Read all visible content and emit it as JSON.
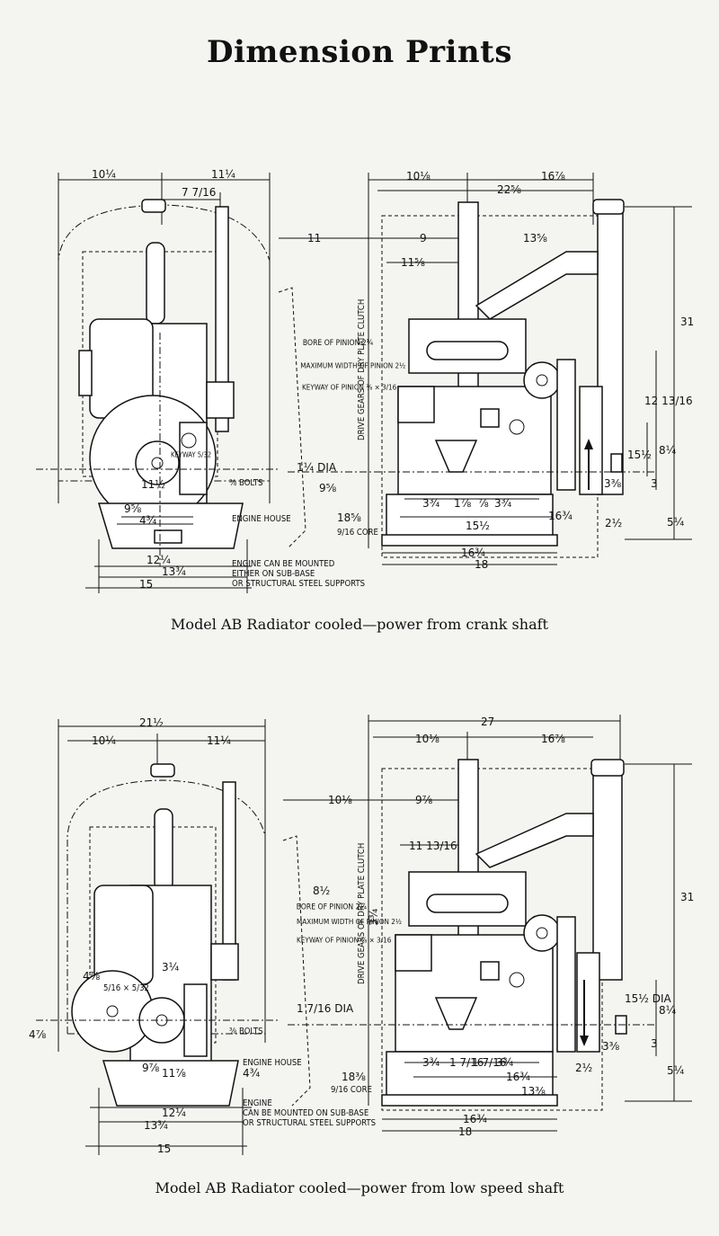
{
  "page_title": "Dimension Prints",
  "figures": [
    {
      "caption": "Model AB Radiator cooled—power from crank shaft",
      "dims": {
        "d_10_1_4": "10¼",
        "d_11_1_4": "11¼",
        "d_7_7_16": "7 7/16",
        "d_10_1_8": "10⅛",
        "d_22_5_8": "22⅝",
        "d_16_7_8": "16⅞",
        "d_11": "11",
        "d_9": "9",
        "d_13_5_8": "13⅝",
        "d_11_5_8": "11⅝",
        "d_31": "31",
        "d_12_13_16": "12 13/16",
        "d_15_1_2_side": "15½",
        "d_8_1_4": "8¼",
        "d_3_3_8": "3⅜",
        "d_3": "3",
        "d_5_1_4": "5¼",
        "d_2_1_2": "2½",
        "d_11_2": "11½",
        "d_9_5_8a": "9⅝",
        "d_4_3_4": "4¾",
        "d_12_1_4": "12¼",
        "d_13_3_4": "13¾",
        "d_15": "15",
        "d_1_1_4_dia": "1¼ DIA",
        "d_9_5_8b": "9⅝",
        "d_18_5_8": "18⅝",
        "d_9_16": "9/16 CORE",
        "d_3_3_4a": "3¾",
        "d_1_7_8": "1⅞",
        "d_7_8": "⅞",
        "d_3_3_4b": "3¾",
        "d_15_1_2": "15½",
        "d_16_3_4a": "16¾",
        "d_16_3_4b": "16¾",
        "d_18": "18",
        "d_3_8_bolts": "⅜ BOLTS"
      },
      "notes": {
        "bore": "BORE OF PINION 2¼",
        "max_width": "MAXIMUM WIDTH OF PINION 2½",
        "keyway": "KEYWAY OF PINION ⅜ × 3/16",
        "drive_gears": "DRIVE GEARS OF DRY PLATE CLUTCH",
        "engine_house": "ENGINE HOUSE",
        "mount": [
          "ENGINE CAN BE MOUNTED",
          "EITHER ON SUB-BASE",
          "OR STRUCTURAL STEEL SUPPORTS"
        ],
        "keyway_small": "KEYWAY 5/32"
      }
    },
    {
      "caption": "Model AB Radiator cooled—power from low speed shaft",
      "dims": {
        "d_21_1_2": "21½",
        "d_10_1_4": "10¼",
        "d_11_1_4": "11¼",
        "d_27": "27",
        "d_10_1_8": "10⅛",
        "d_16_7_8": "16⅞",
        "d_10_1_8b": "10⅛",
        "d_9_7_8": "9⅞",
        "d_11_13_16": "11 13/16",
        "d_31": "31",
        "d_15_1_2_dia": "15½ DIA",
        "d_8_1_4": "8¼",
        "d_3_3_8": "3⅜",
        "d_3": "3",
        "d_5_1_4": "5¼",
        "d_2_1_2": "2½",
        "d_8_1_2": "8½",
        "d_3_3_4": "3¾",
        "d_3_1_4": "3¼",
        "d_4_7_8a": "4⅞",
        "d_4_7_8b": "4⅞",
        "d_9_7_8b": "9⅞",
        "d_11_7_8": "11⅞",
        "d_4_3_4": "4¾",
        "d_12_1_4": "12¼",
        "d_13_3_4": "13¾",
        "d_15": "15",
        "d_1_7_16_dia": "1 7/16 DIA",
        "d_18_3_8": "18⅜",
        "d_9_16": "9/16 CORE",
        "d_3_3_4a": "3¾",
        "d_1_7_16": "1 7/16",
        "d_1_7_16b": "1 7/16",
        "d_3_3_4b": "3¾",
        "d_16_3_4a": "16¾",
        "d_13_3_8": "13⅜",
        "d_16_3_4b": "16¾",
        "d_18": "18",
        "d_3_8_bolts": "⅜ BOLTS",
        "d_5_16": "5/16 × 5/32"
      },
      "notes": {
        "bore": "BORE OF PINION 2¼",
        "max_width": "MAXIMUM WIDTH OF PINION 2½",
        "keyway": "KEYWAY OF PINION ⅜ × 3/16",
        "drive_gears": "DRIVE GEARS OF DRY PLATE CLUTCH",
        "engine_house": "ENGINE HOUSE",
        "mount": [
          "ENGINE",
          "CAN BE MOUNTED ON SUB-BASE",
          "OR STRUCTURAL STEEL SUPPORTS"
        ]
      }
    }
  ]
}
